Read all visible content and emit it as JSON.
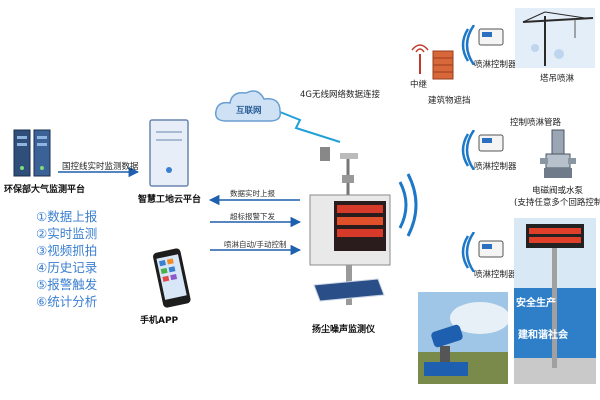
{
  "nodes": {
    "env_platform": "环保部大气监测平台",
    "cloud_platform": "智慧工地云平台",
    "internet": "互联网",
    "dust_monitor": "扬尘噪声监测仪",
    "mobile_app": "手机APP",
    "relay": "中继",
    "building_barrier": "建筑物遮挡",
    "tower_crane": "塔吊喷淋",
    "solenoid_pump": "电磁阀或水泵",
    "solenoid_pump_note": "(支持任意多个回路控制)",
    "spray_controller_1": "喷淋控制器",
    "spray_controller_2": "喷淋控制器",
    "spray_controller_3": "喷淋控制器",
    "spray_pipe_control": "控制喷淋管路"
  },
  "edges": {
    "national_monitor": "国控线实时监测数据",
    "wireless_4g": "4G无线网络数据连接",
    "data_upload": "数据实时上报",
    "alarm_issue": "超标报警下发",
    "spray_control": "喷淋自动/手动控制"
  },
  "features": [
    "①数据上报",
    "②实时监测",
    "③视频抓拍",
    "④历史记录",
    "⑤报警触发",
    "⑥统计分析"
  ],
  "photos": {
    "sign_text_1": "安全生产",
    "sign_text_2": "建和谐社会"
  },
  "colors": {
    "accent": "#3a7fd0",
    "wave": "#1e78c8",
    "arrow": "#1e5fae"
  }
}
